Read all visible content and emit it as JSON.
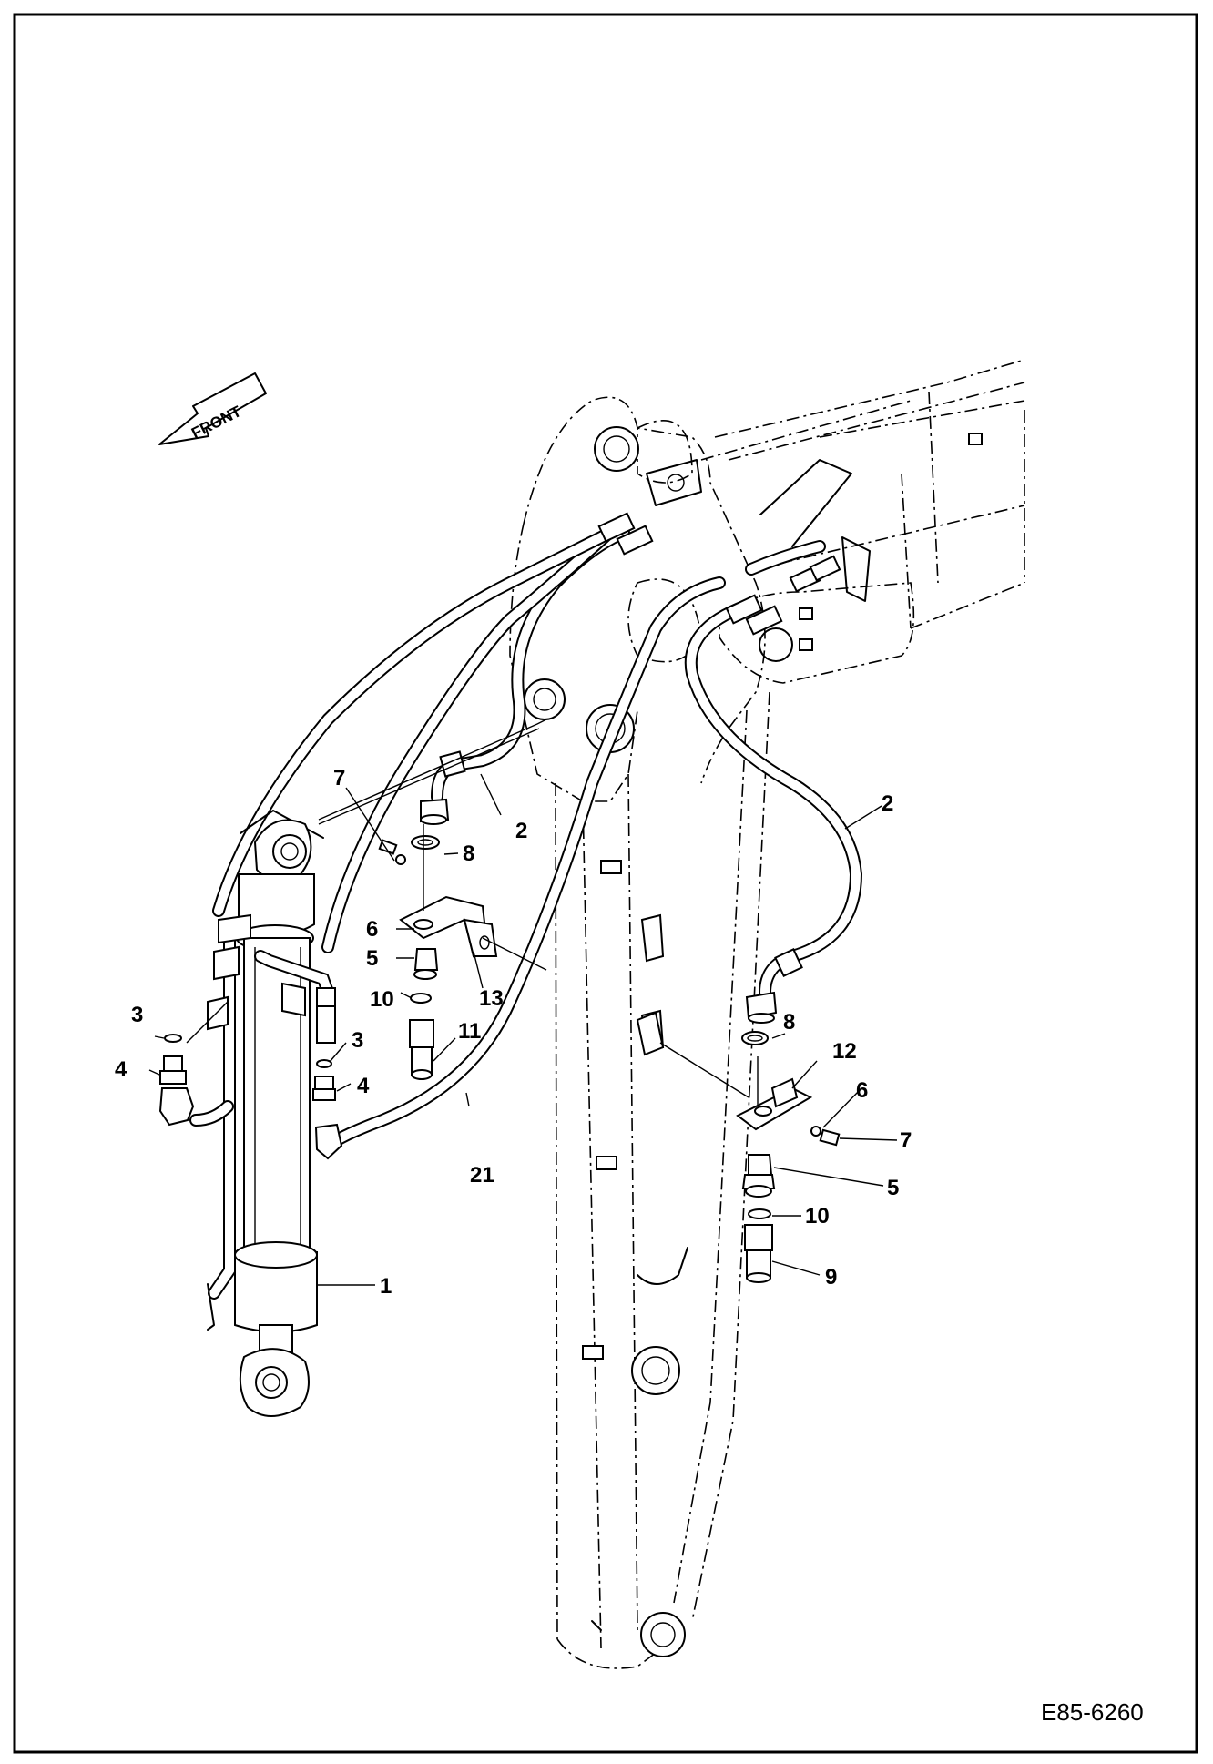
{
  "drawing": {
    "reference_number": "E85-6260",
    "orientation_label": "FRONT"
  },
  "callouts": {
    "c1": "1",
    "c2a": "2",
    "c2b": "2",
    "c3a": "3",
    "c3b": "3",
    "c4a": "4",
    "c4b": "4",
    "c5a": "5",
    "c5b": "5",
    "c6a": "6",
    "c6b": "6",
    "c7a": "7",
    "c7b": "7",
    "c8a": "8",
    "c8b": "8",
    "c9": "9",
    "c10a": "10",
    "c10b": "10",
    "c11": "11",
    "c12": "12",
    "c13": "13",
    "c21": "21"
  }
}
